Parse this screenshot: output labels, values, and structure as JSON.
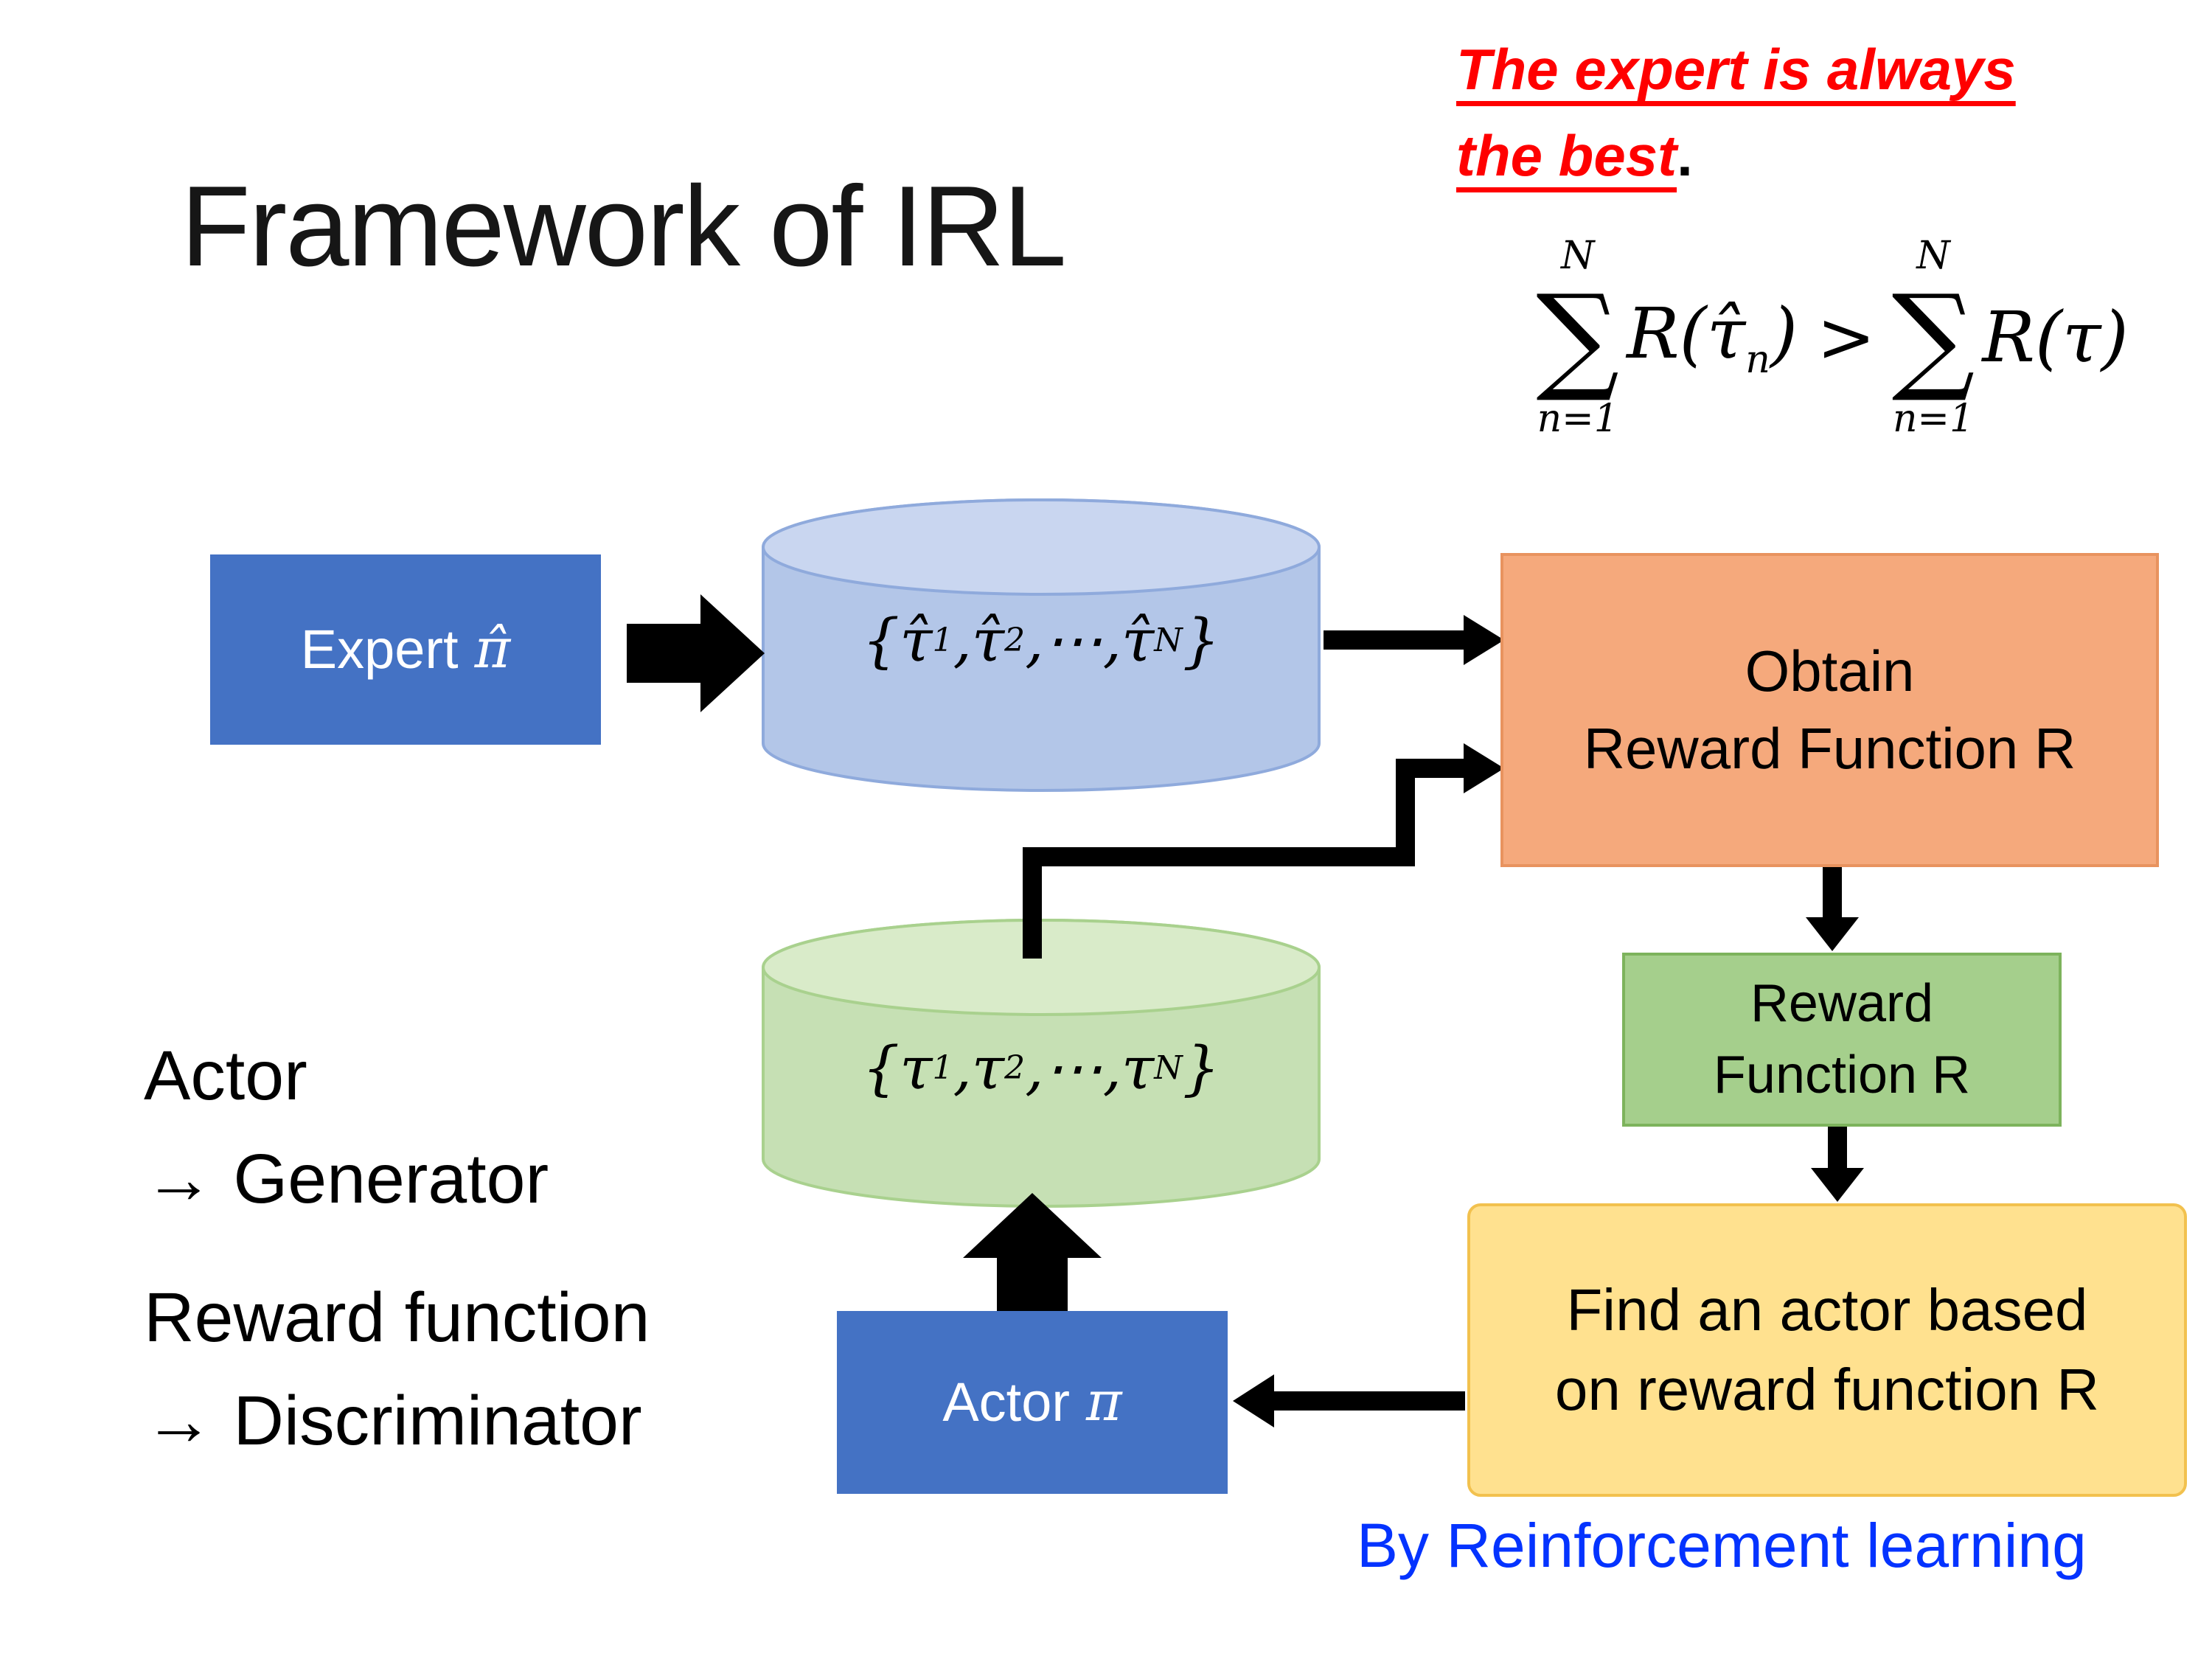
{
  "title": "Framework of IRL",
  "note": {
    "line1": "The expert is always",
    "line2": "the best",
    "period": "."
  },
  "formula": {
    "upper": "N",
    "lower": "n=1",
    "sigma": "∑",
    "lhs_pre": "R(",
    "lhs_tau": "τ̂",
    "lhs_sub": "n",
    "close": ")",
    "gt": ">",
    "rhs_pre": "R(",
    "rhs_tau": "τ"
  },
  "nodes": {
    "expert": {
      "text": "Expert",
      "symbol": "π̂"
    },
    "actor": {
      "text": "Actor",
      "symbol": "π"
    },
    "obtain": {
      "line1": "Obtain",
      "line2": "Reward Function R"
    },
    "reward": {
      "line1": "Reward",
      "line2": "Function R"
    },
    "find": {
      "line1": "Find an actor based",
      "line2": "on reward function R"
    }
  },
  "sets": {
    "expert": {
      "open": "{",
      "tau": "τ̂",
      "i1": "1",
      "i2": "2",
      "iN": "N",
      "sep": ", ",
      "dots": "⋯",
      "close": "}"
    },
    "actor": {
      "open": "{",
      "tau": "τ",
      "i1": "1",
      "i2": "2",
      "iN": "N",
      "sep": ", ",
      "dots": "⋯",
      "close": "}"
    }
  },
  "labels": {
    "actor": "Actor",
    "generator": "→ Generator",
    "reward_function": "Reward function",
    "discriminator": "→ Discriminator",
    "rl": "By Reinforcement learning"
  },
  "colors": {
    "accent_blue": "#4472C4",
    "cylinder_blue": "#B3C6E8",
    "cylinder_green": "#C6E0B4",
    "box_orange": "#F5A97C",
    "box_green": "#A5CF8C",
    "box_yellow": "#FFE18F",
    "note_red": "#FF0000",
    "rl_blue": "#0433FF",
    "arrow_black": "#000000"
  }
}
